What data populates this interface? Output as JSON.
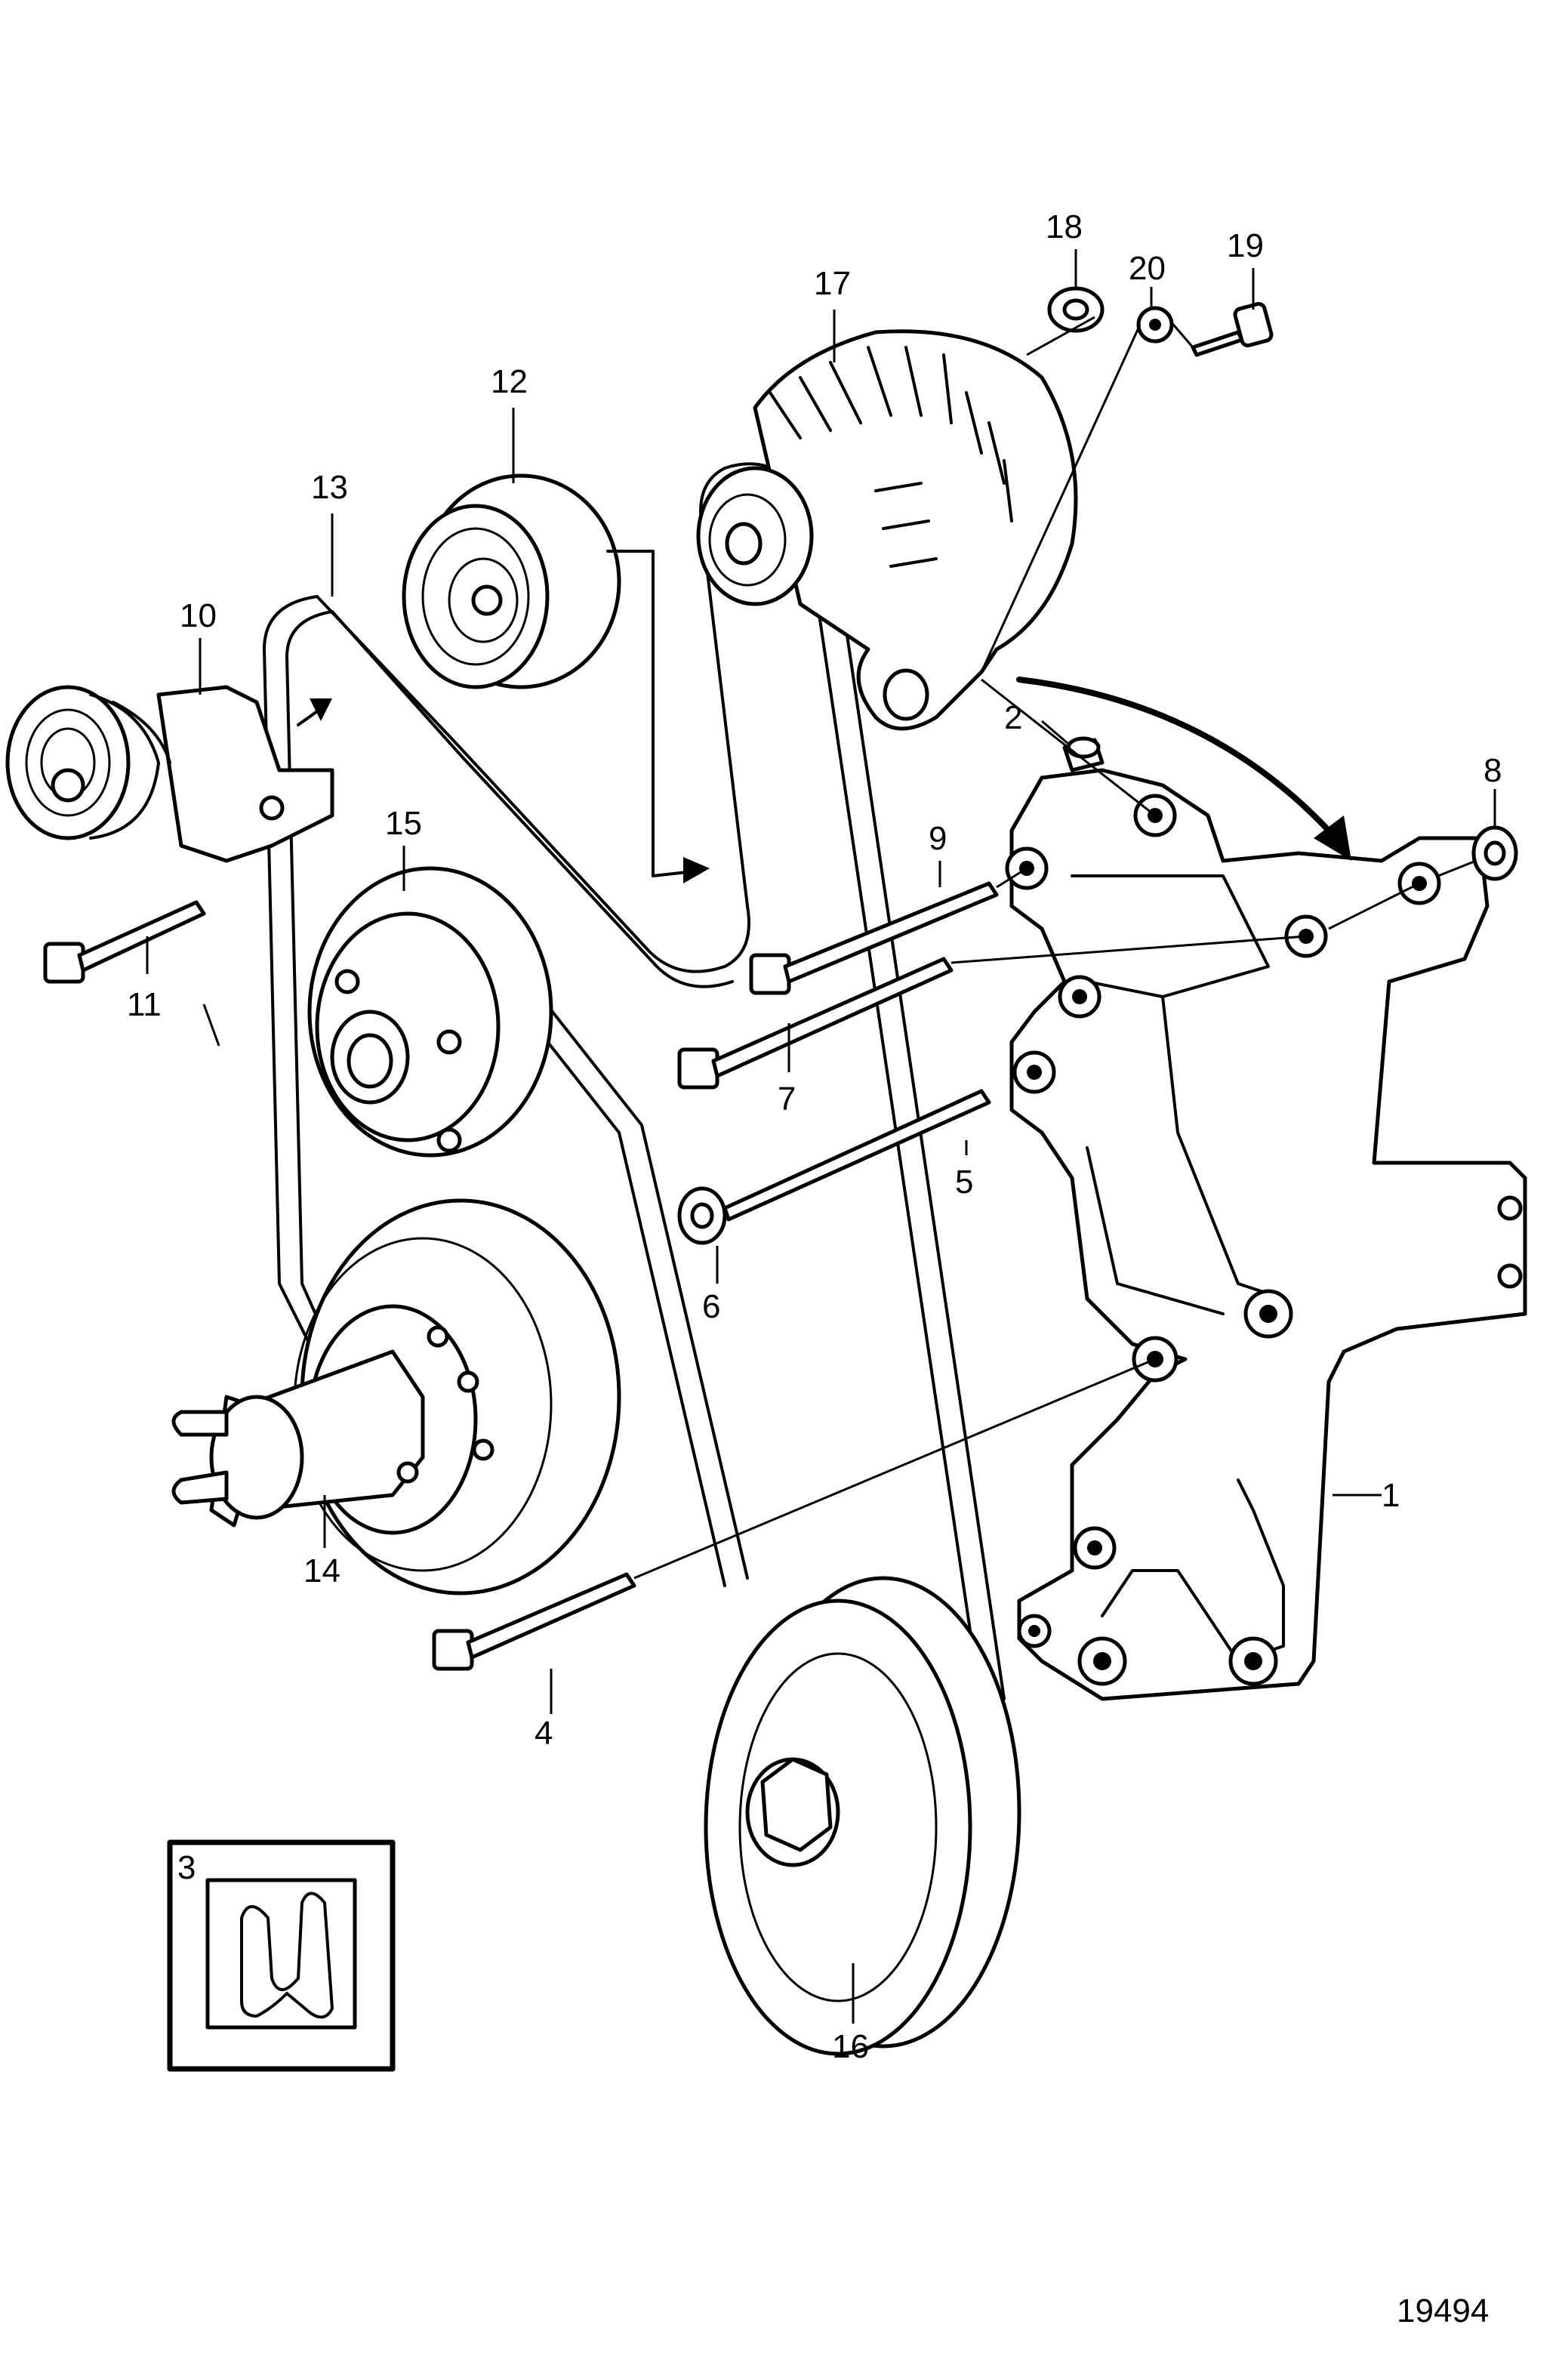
{
  "diagram_id": "19494",
  "labels": {
    "p1": "1",
    "p2": "2",
    "p3": "3",
    "p4": "4",
    "p5": "5",
    "p6": "6",
    "p7": "7",
    "p8": "8",
    "p9": "9",
    "p10": "10",
    "p11": "11",
    "p12": "12",
    "p13": "13",
    "p14": "14",
    "p15": "15",
    "p16": "16",
    "p17": "17",
    "p18": "18",
    "p19": "19",
    "p20": "20"
  },
  "colors": {
    "ink": "#000000",
    "paper": "#ffffff"
  }
}
